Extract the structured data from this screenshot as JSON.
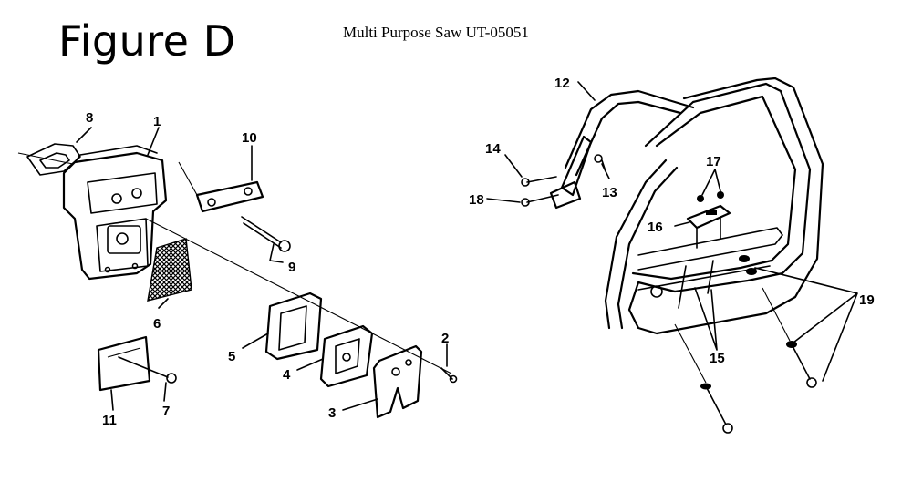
{
  "header": {
    "figure_title": "Figure D",
    "subtitle": "Multi Purpose Saw UT-05051"
  },
  "callouts": [
    "1",
    "2",
    "3",
    "4",
    "5",
    "6",
    "7",
    "8",
    "9",
    "10",
    "11",
    "12",
    "13",
    "14",
    "15",
    "16",
    "17",
    "18",
    "19"
  ],
  "colors": {
    "ink": "#000000",
    "background": "#ffffff"
  }
}
